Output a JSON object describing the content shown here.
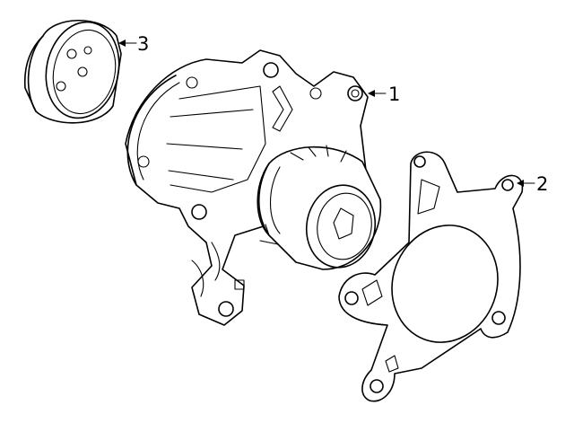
{
  "callouts": [
    {
      "id": "1",
      "label": "1",
      "part": "water-pump"
    },
    {
      "id": "2",
      "label": "2",
      "part": "gasket"
    },
    {
      "id": "3",
      "label": "3",
      "part": "pulley"
    }
  ],
  "colors": {
    "line": "#000000",
    "background": "#ffffff"
  }
}
